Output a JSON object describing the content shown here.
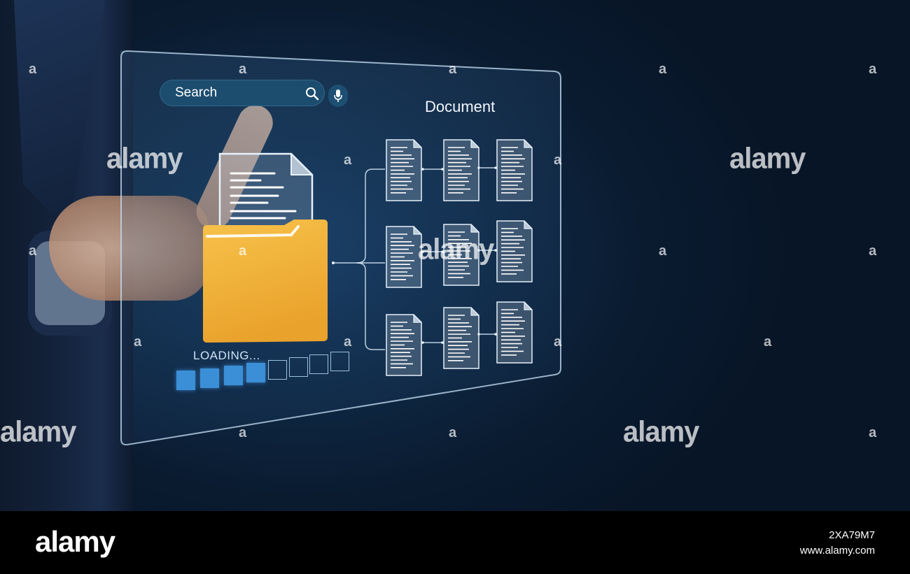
{
  "search": {
    "label": "Search",
    "icon": "search-icon"
  },
  "mic": {
    "icon": "microphone-icon"
  },
  "document_tree": {
    "title": "Document"
  },
  "loading": {
    "label": "LOADING...",
    "progress_filled": 4,
    "progress_total": 8
  },
  "colors": {
    "accent": "#3b8fd6",
    "folder": "#f0b63c",
    "background": "#0b1a2e"
  },
  "watermark": {
    "brand": "alamy",
    "letter": "a",
    "image_id": "2XA79M7",
    "site": "www.alamy.com"
  }
}
